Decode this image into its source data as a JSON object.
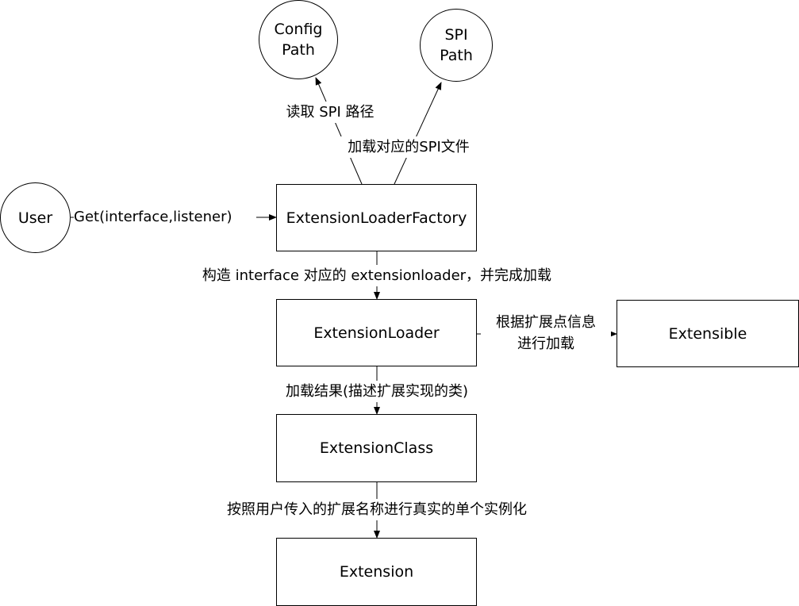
{
  "diagram": {
    "nodes": {
      "config_path": "Config\nPath",
      "spi_path": "SPI\nPath",
      "user": "User",
      "extension_loader_factory": "ExtensionLoaderFactory",
      "extension_loader": "ExtensionLoader",
      "extensible": "Extensible",
      "extension_class": "ExtensionClass",
      "extension": "Extension"
    },
    "edges": {
      "read_spi_path": "读取 SPI 路径",
      "load_spi_file": "加载对应的SPI文件",
      "get_call": "Get(interface,listener)",
      "construct_loader": "构造 interface 对应的 extensionloader，并完成加载",
      "load_by_extension_point": "根据扩展点信息\n进行加载",
      "load_result": "加载结果(描述扩展实现的类)",
      "instantiate": "按照用户传入的扩展名称进行真实的单个实例化"
    },
    "colors": {
      "line": "#000000",
      "background": "#ffffff"
    }
  }
}
